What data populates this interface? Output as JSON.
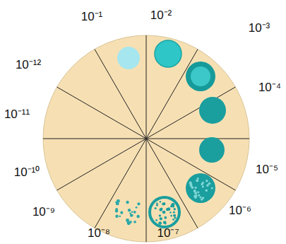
{
  "diagram": {
    "labels": [
      "10⁻¹",
      "10⁻²",
      "10⁻³",
      "10⁻⁴",
      "10⁻⁵",
      "10⁻⁶",
      "10⁻⁷",
      "10⁻⁸",
      "10⁻⁹",
      "10⁻¹⁰",
      "10⁻¹¹",
      "10⁻¹²"
    ]
  }
}
